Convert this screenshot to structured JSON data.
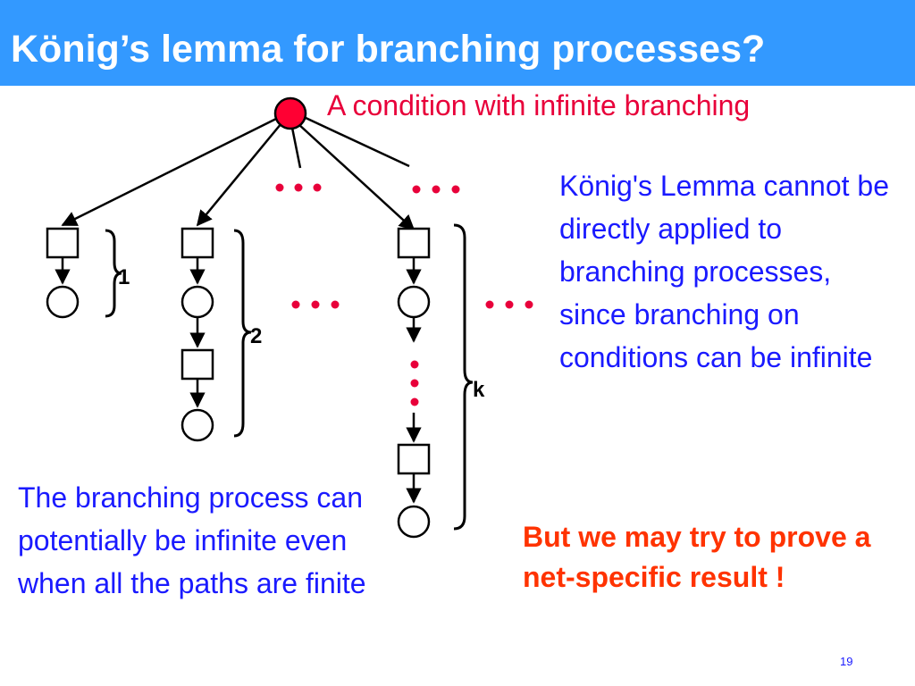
{
  "title": "König’s lemma for branching processes?",
  "condition_label": "A condition with infinite branching",
  "lemma_text": "König's Lemma cannot be directly applied to branching processes, since branching on conditions can be infinite",
  "finite_text": "The branching process can potentially be infinite even when all the paths are finite",
  "result_text": "But we may try to prove a net-specific result !",
  "brace_labels": [
    "1",
    "2",
    "k"
  ],
  "page_number": "19",
  "colors": {
    "title_bar": "#3399ff",
    "title_text": "#ffffff",
    "condition": "#ff0033",
    "blue_text": "#1a1aff",
    "result_text": "#ff3300",
    "dots": "#e8003a"
  }
}
